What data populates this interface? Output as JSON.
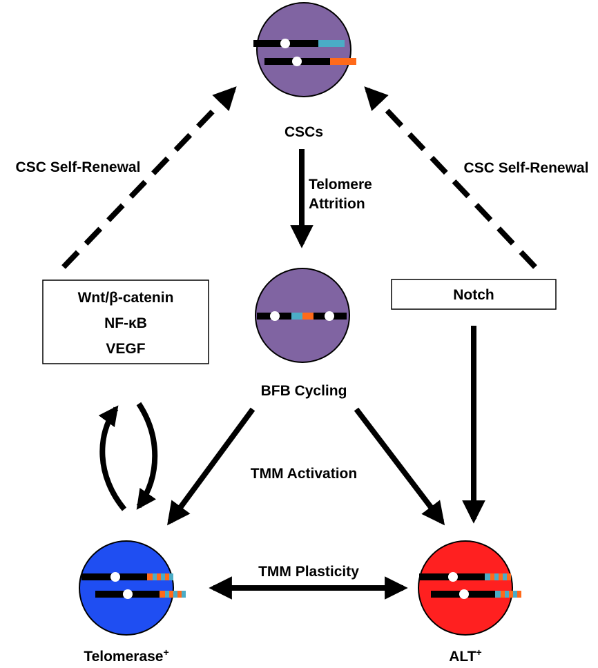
{
  "nodes": {
    "cscs": {
      "label": "CSCs",
      "color": "#8064a2"
    },
    "bfb": {
      "label": "BFB Cycling",
      "color": "#8064a2"
    },
    "telomerase": {
      "label": "Telomerase",
      "superscript": "+",
      "color": "#1f4ef2"
    },
    "alt": {
      "label": "ALT",
      "superscript": "+",
      "color": "#ff2020"
    }
  },
  "boxes": {
    "left_pathways": [
      "Wnt/β-catenin",
      "NF-κB",
      "VEGF"
    ],
    "right_pathway": "Notch"
  },
  "edge_labels": {
    "self_renewal_left": "CSC Self-Renewal",
    "self_renewal_right": "CSC Self-Renewal",
    "attrition_line1": "Telomere",
    "attrition_line2": "Attrition",
    "tmm_activation": "TMM Activation",
    "tmm_plasticity": "TMM Plasticity"
  },
  "colors": {
    "telomere_teal": "#4bacc6",
    "telomere_orange": "#ff6a1a",
    "chromosome": "#000000",
    "centromere": "#ffffff"
  }
}
